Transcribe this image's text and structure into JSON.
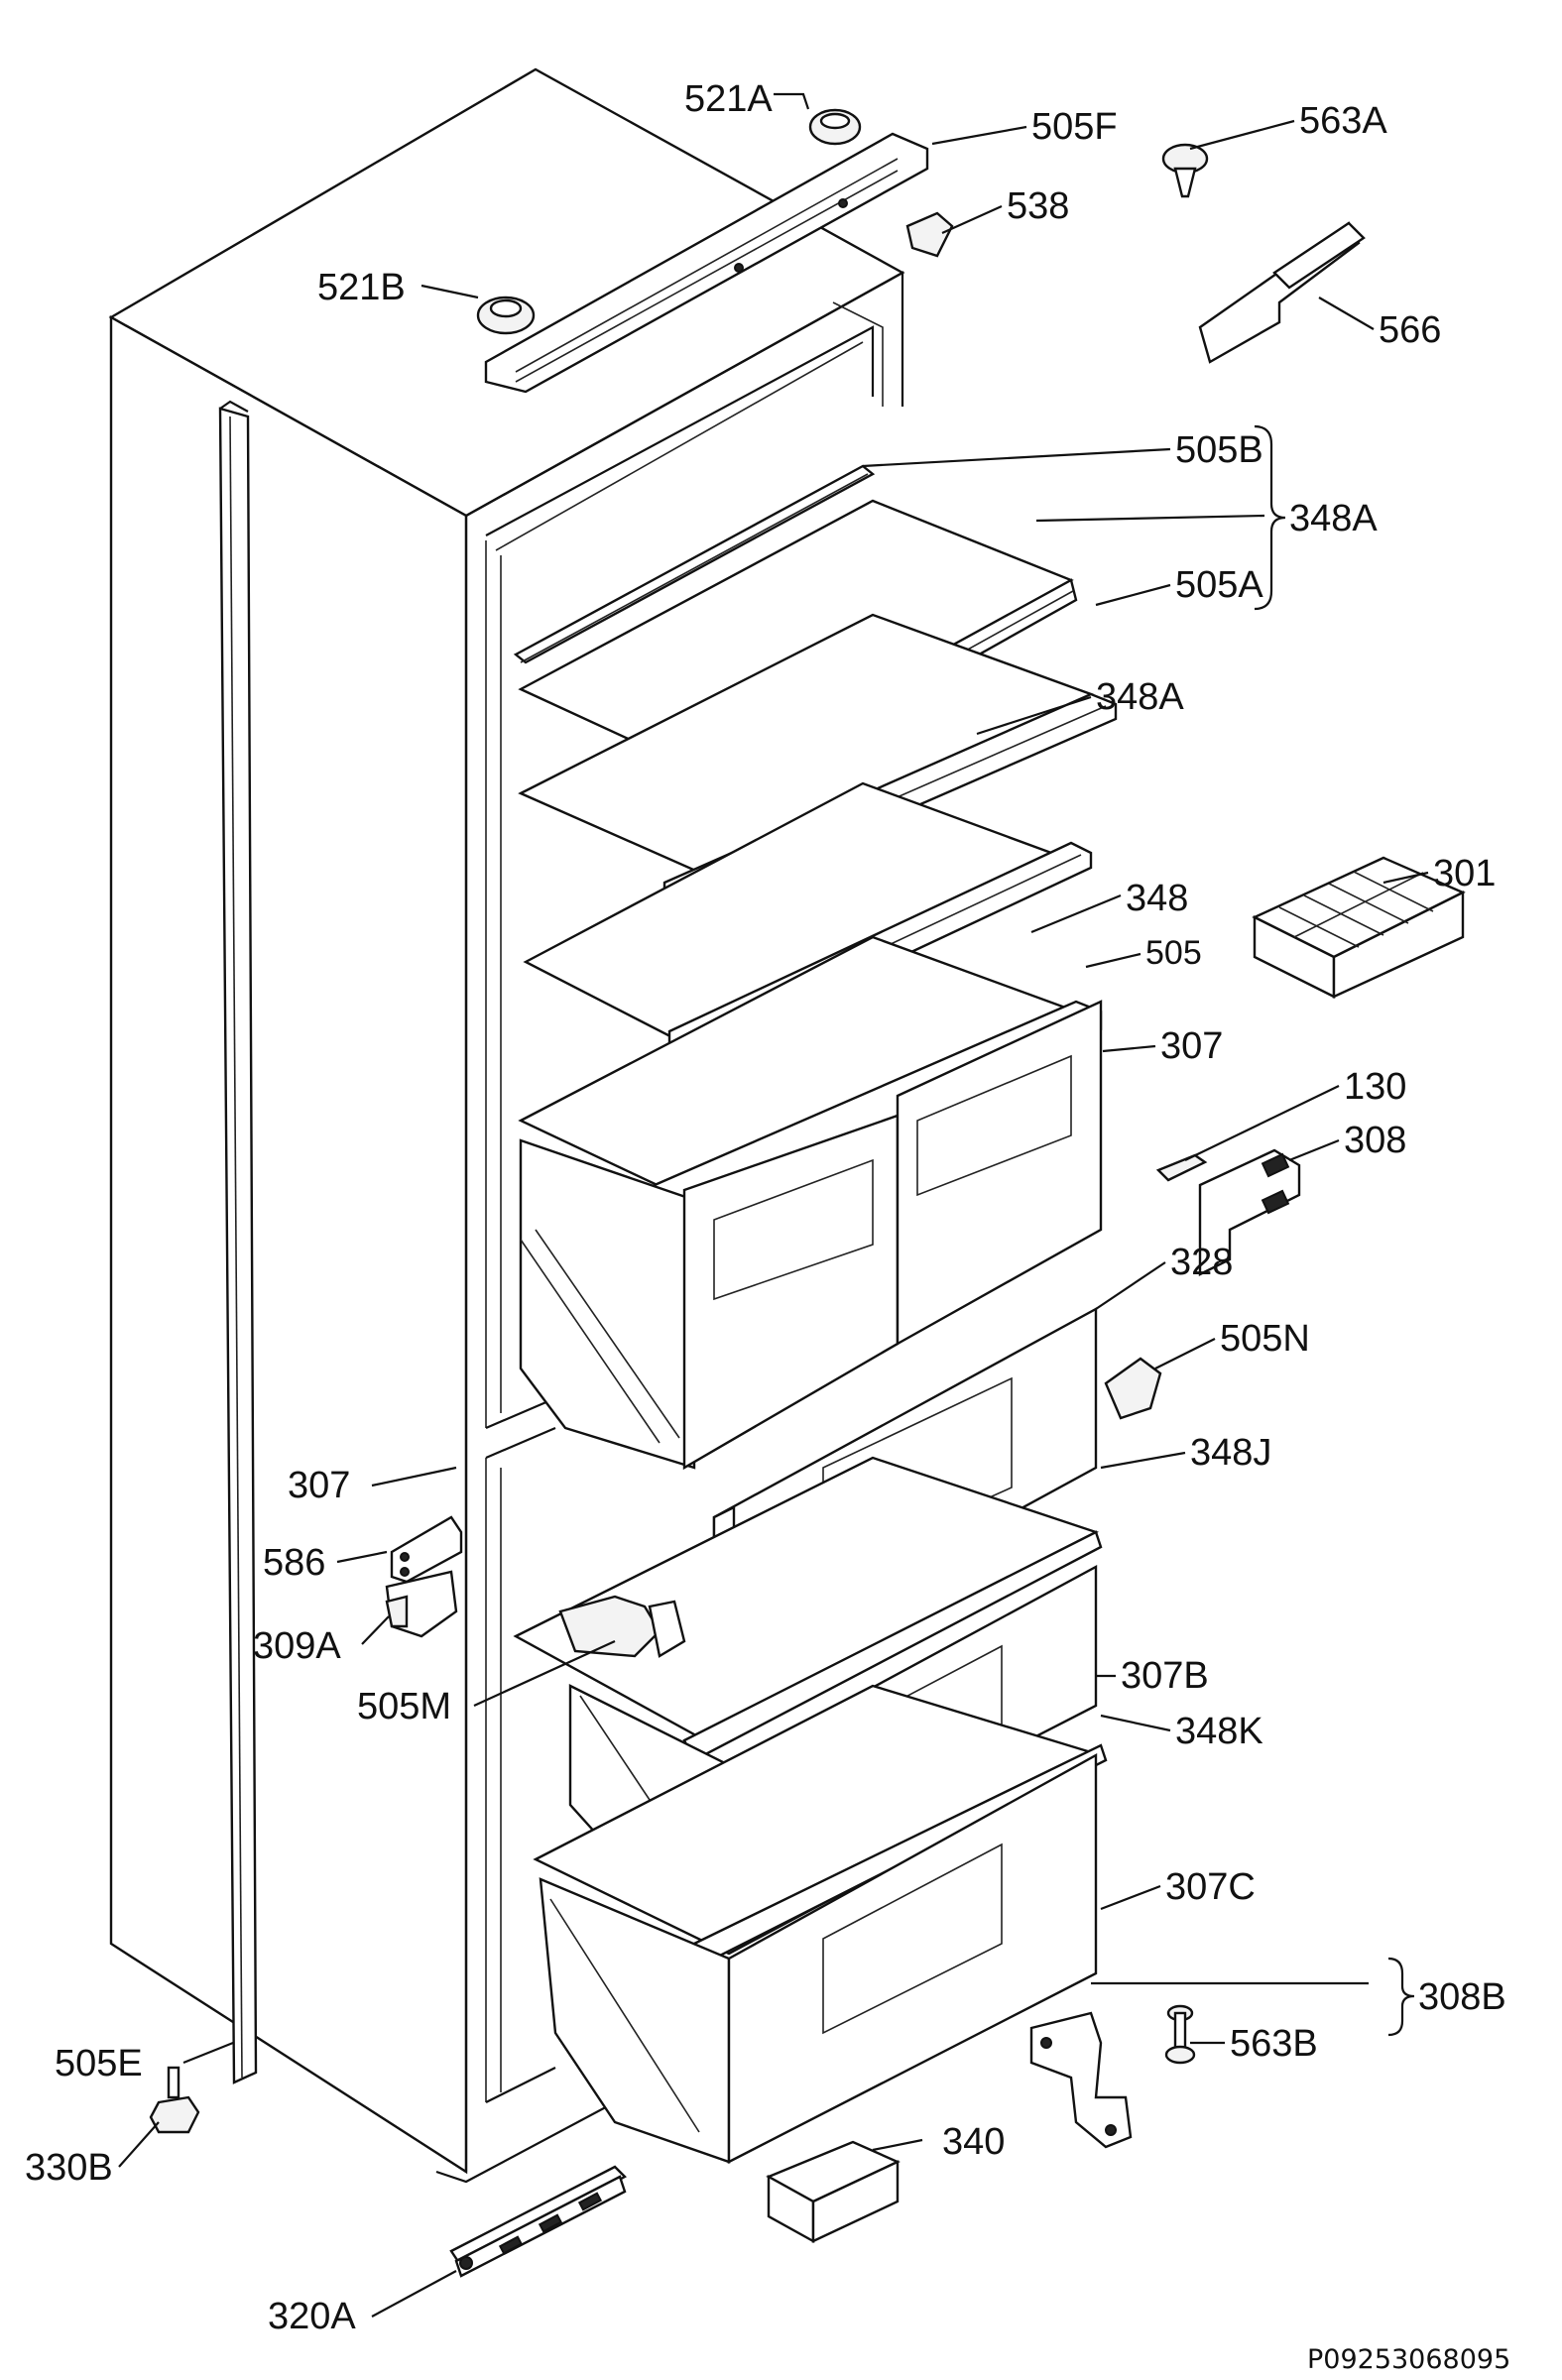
{
  "diagram": {
    "title": "",
    "document_code": "P09253068095"
  },
  "labels": [
    {
      "id": "521A",
      "text": "521A"
    },
    {
      "id": "505F",
      "text": "505F"
    },
    {
      "id": "563A-top",
      "text": "563A"
    },
    {
      "id": "538",
      "text": "538"
    },
    {
      "id": "521B",
      "text": "521B"
    },
    {
      "id": "566",
      "text": "566"
    },
    {
      "id": "505B",
      "text": "505B"
    },
    {
      "id": "348A-group",
      "text": "348A"
    },
    {
      "id": "505A",
      "text": "505A"
    },
    {
      "id": "348A",
      "text": "348A"
    },
    {
      "id": "301",
      "text": "301"
    },
    {
      "id": "348",
      "text": "348"
    },
    {
      "id": "505",
      "text": "505"
    },
    {
      "id": "307-top",
      "text": "307"
    },
    {
      "id": "130",
      "text": "130"
    },
    {
      "id": "308",
      "text": "308"
    },
    {
      "id": "328",
      "text": "328"
    },
    {
      "id": "505N",
      "text": "505N"
    },
    {
      "id": "307-left",
      "text": "307"
    },
    {
      "id": "348J",
      "text": "348J"
    },
    {
      "id": "586",
      "text": "586"
    },
    {
      "id": "309A",
      "text": "309A"
    },
    {
      "id": "505M",
      "text": "505M"
    },
    {
      "id": "307B",
      "text": "307B"
    },
    {
      "id": "348K",
      "text": "348K"
    },
    {
      "id": "307C",
      "text": "307C"
    },
    {
      "id": "308B",
      "text": "308B"
    },
    {
      "id": "563B",
      "text": "563B"
    },
    {
      "id": "505E",
      "text": "505E"
    },
    {
      "id": "330B",
      "text": "330B"
    },
    {
      "id": "340",
      "text": "340"
    },
    {
      "id": "320A",
      "text": "320A"
    }
  ]
}
